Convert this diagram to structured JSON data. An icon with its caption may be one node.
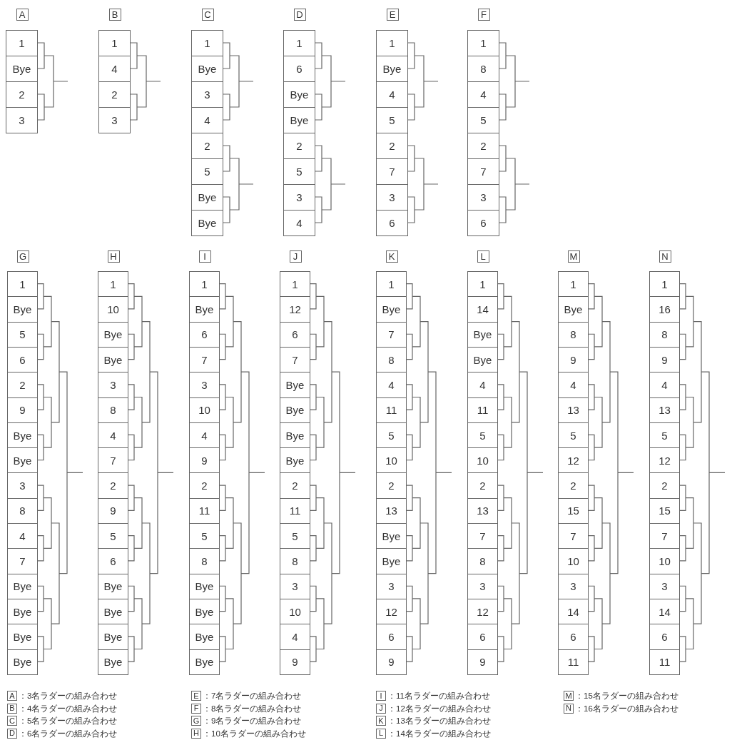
{
  "diagram": {
    "labels": [
      "A",
      "1",
      "Bye",
      "2",
      "3",
      "B",
      "1",
      "4",
      "2",
      "3",
      "C",
      "1",
      "Bye",
      "3",
      "4",
      "2",
      "5",
      "Bye",
      "Bye",
      "D",
      "1",
      "6",
      "Bye",
      "Bye",
      "2",
      "5",
      "3",
      "4",
      "E",
      "1",
      "Bye",
      "4",
      "5",
      "2",
      "7",
      "3",
      "6",
      "F",
      "1",
      "8",
      "4",
      "5",
      "2",
      "7",
      "3",
      "6",
      "G",
      "1",
      "Bye",
      "5",
      "6",
      "2",
      "9",
      "Bye",
      "Bye",
      "3",
      "8",
      "4",
      "7",
      "Bye",
      "Bye",
      "Bye",
      "Bye",
      "H",
      "1",
      "10",
      "Bye",
      "Bye",
      "3",
      "8",
      "4",
      "7",
      "2",
      "9",
      "5",
      "6",
      "Bye",
      "Bye",
      "Bye",
      "Bye",
      "I",
      "1",
      "Bye",
      "6",
      "7",
      "3",
      "10",
      "4",
      "9",
      "2",
      "11",
      "5",
      "8",
      "Bye",
      "Bye",
      "Bye",
      "Bye",
      "J",
      "1",
      "12",
      "6",
      "7",
      "Bye",
      "Bye",
      "Bye",
      "Bye",
      "2",
      "11",
      "5",
      "8",
      "3",
      "10",
      "4",
      "9",
      "K",
      "1",
      "Bye",
      "7",
      "8",
      "4",
      "11",
      "5",
      "10",
      "2",
      "13",
      "Bye",
      "Bye",
      "3",
      "12",
      "6",
      "9",
      "L",
      "1",
      "14",
      "Bye",
      "Bye",
      "4",
      "11",
      "5",
      "10",
      "2",
      "13",
      "7",
      "8",
      "3",
      "12",
      "6",
      "9",
      "M",
      "1",
      "Bye",
      "8",
      "9",
      "4",
      "13",
      "5",
      "12",
      "2",
      "15",
      "7",
      "10",
      "3",
      "14",
      "6",
      "11",
      "N",
      "1",
      "16",
      "8",
      "9",
      "4",
      "13",
      "5",
      "12",
      "2",
      "15",
      "7",
      "10",
      "3",
      "14",
      "6",
      "11",
      "A",
      "：3名ラダーの組み合わせ",
      "B",
      "：4名ラダーの組み合わせ",
      "C",
      "：5名ラダーの組み合わせ",
      "D",
      "：6名ラダーの組み合わせ",
      "E",
      "：7名ラダーの組み合わせ",
      "F",
      "：8名ラダーの組み合わせ",
      "G",
      "：9名ラダーの組み合わせ",
      "H",
      "：10名ラダーの組み合わせ",
      "I",
      "：11名ラダーの組み合わせ",
      "J",
      "：12名ラダーの組み合わせ",
      "K",
      "：13名ラダーの組み合わせ",
      "L",
      "：14名ラダーの組み合わせ",
      "M",
      "：15名ラダーの組み合わせ",
      "N",
      "：16名ラダーの組み合わせ"
    ]
  }
}
